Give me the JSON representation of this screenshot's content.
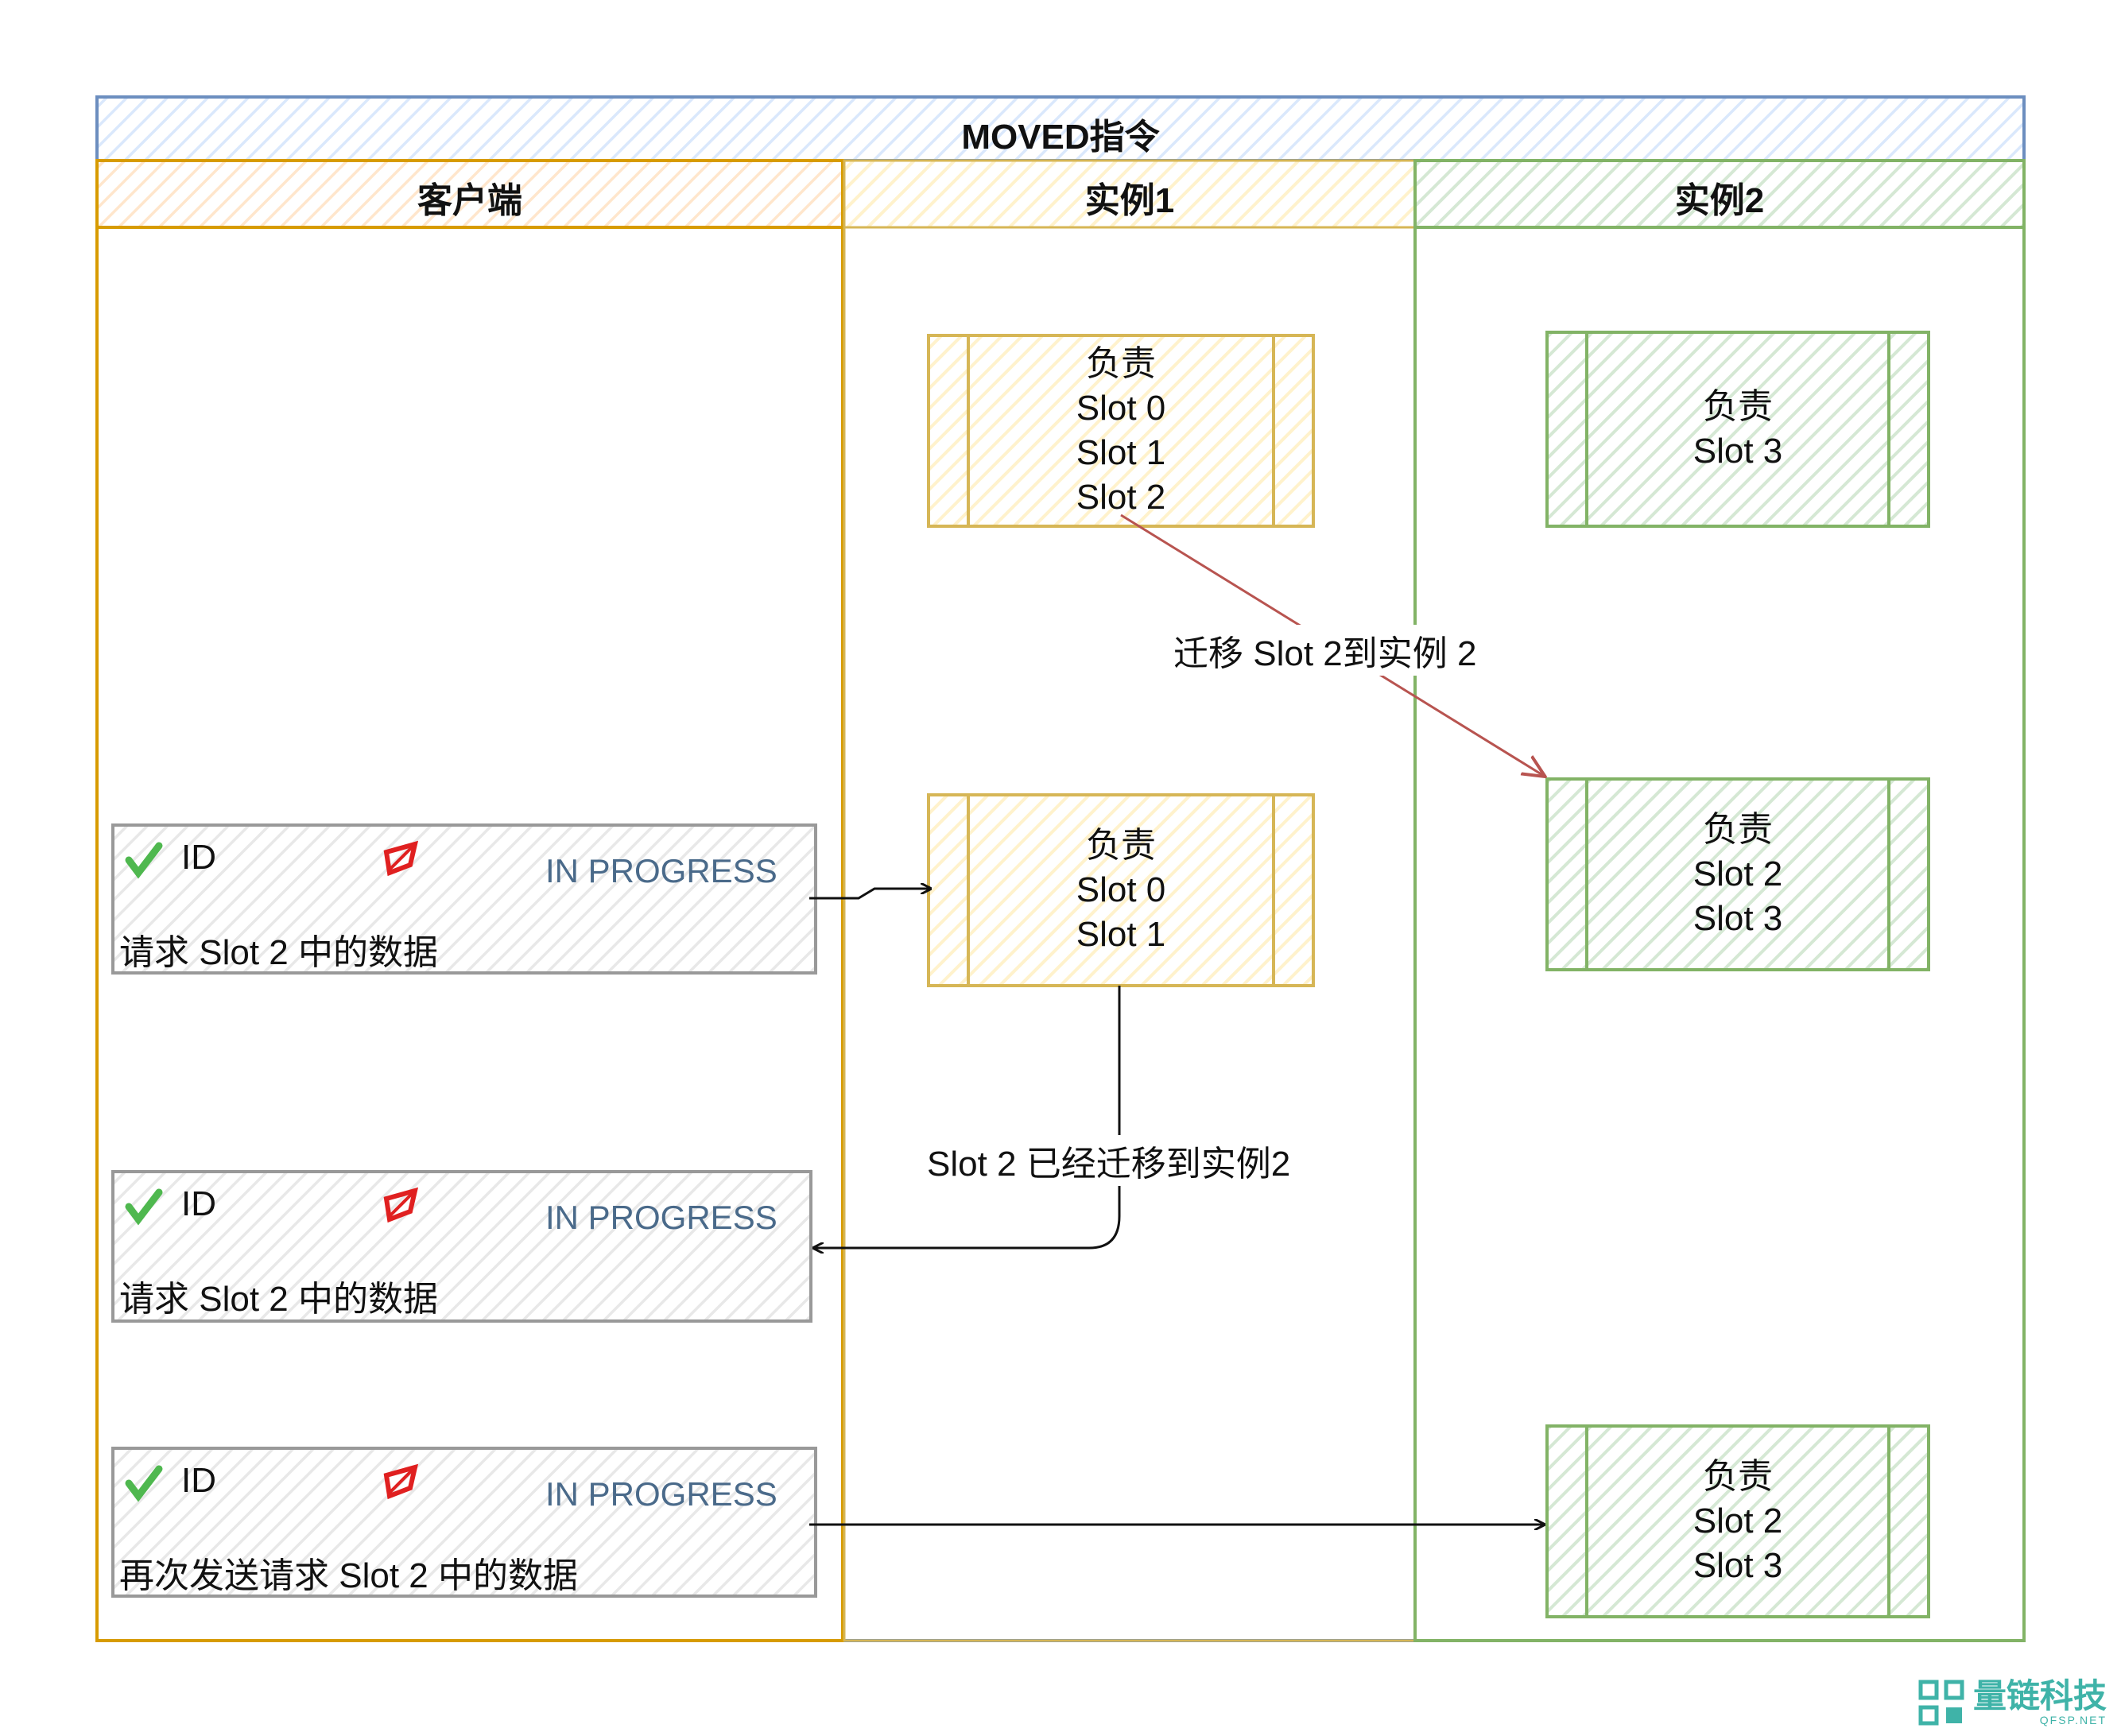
{
  "title": "MOVED指令",
  "lanes": {
    "client": "客户端",
    "instance1": "实例1",
    "instance2": "实例2"
  },
  "boxes": {
    "inst1_top": {
      "head": "负责",
      "lines": [
        "Slot 0",
        "Slot 1",
        "Slot 2"
      ]
    },
    "inst2_top": {
      "head": "负责",
      "lines": [
        "Slot 3"
      ]
    },
    "inst1_mid": {
      "head": "负责",
      "lines": [
        "Slot 0",
        "Slot 1"
      ]
    },
    "inst2_mid": {
      "head": "负责",
      "lines": [
        "Slot 2",
        "Slot 3"
      ]
    },
    "inst2_bot": {
      "head": "负责",
      "lines": [
        "Slot 2",
        "Slot 3"
      ]
    }
  },
  "cards": [
    {
      "id": "ID",
      "status": "IN PROGRESS",
      "desc": "请求 Slot 2 中的数据"
    },
    {
      "id": "ID",
      "status": "IN PROGRESS",
      "desc": "请求 Slot 2 中的数据"
    },
    {
      "id": "ID",
      "status": "IN PROGRESS",
      "desc": "再次发送请求 Slot 2 中的数据"
    }
  ],
  "edges": {
    "migrate": "迁移 Slot 2到实例 2",
    "moved": "Slot 2 已经迁移到实例2"
  },
  "colors": {
    "pool": "#6c8ebf",
    "pool_fill": "#dae8fc",
    "client": "#d79b00",
    "client_fill": "#ffe6cc",
    "instance1": "#d6b656",
    "instance1_fill": "#fff2cc",
    "instance2": "#82b366",
    "instance2_fill": "#d5e8d4",
    "card": "#999999",
    "card_fill": "#e6e6e6",
    "migrate_arrow": "#b85450",
    "status_text": "#4a6a8a",
    "check": "#4fb84f",
    "flag": "#e02020"
  },
  "icons": {
    "id_icon": "check-icon",
    "priority_icon": "flag-icon",
    "watermark_icon": "chain-logo-icon"
  },
  "watermark": {
    "text": "量链科技",
    "sub": "QFSP.NET"
  }
}
